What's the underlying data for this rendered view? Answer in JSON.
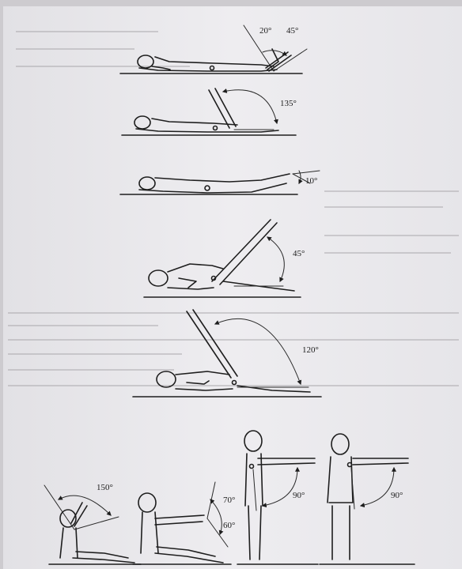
{
  "angles": {
    "hip_hyperextension_knee_extended": "20°",
    "hip_hyperextension_knee_flexed": "45°",
    "knee_flexion_prone": "135°",
    "hip_extension_prone": "10°",
    "hip_flexion_knee_flexed": "45°",
    "hip_flexion_knee_extended": "120°",
    "trunk_flexion_sitting": "150°",
    "shoulder_flexion_sitting_upper": "70°",
    "shoulder_flexion_sitting_lower": "60°",
    "shoulder_flexion_standing": "90°",
    "shoulder_abduction_standing": "90°"
  },
  "colors": {
    "page": "#ecebee",
    "background": "#cdcbcf",
    "ink": "#1e1e1e"
  }
}
